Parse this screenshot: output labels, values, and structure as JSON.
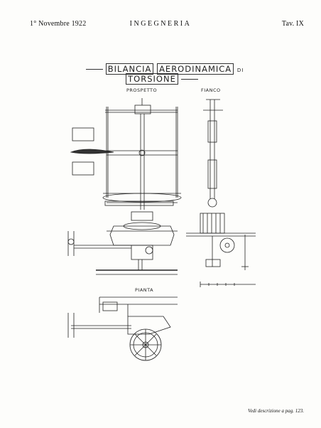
{
  "header": {
    "date": "1° Novembre 1922",
    "journal": "INGEGNERIA",
    "plate": "Tav. IX"
  },
  "plate": {
    "title_part1": "BILANCIA",
    "title_part2": "AERODINAMICA",
    "title_connector": "DI",
    "title_part3": "TORSIONE",
    "view_front": "PROSPETTO",
    "view_side": "FIANCO",
    "view_plan": "PIANTA"
  },
  "footer": {
    "note": "Vedi descrizione a pag. 123."
  }
}
